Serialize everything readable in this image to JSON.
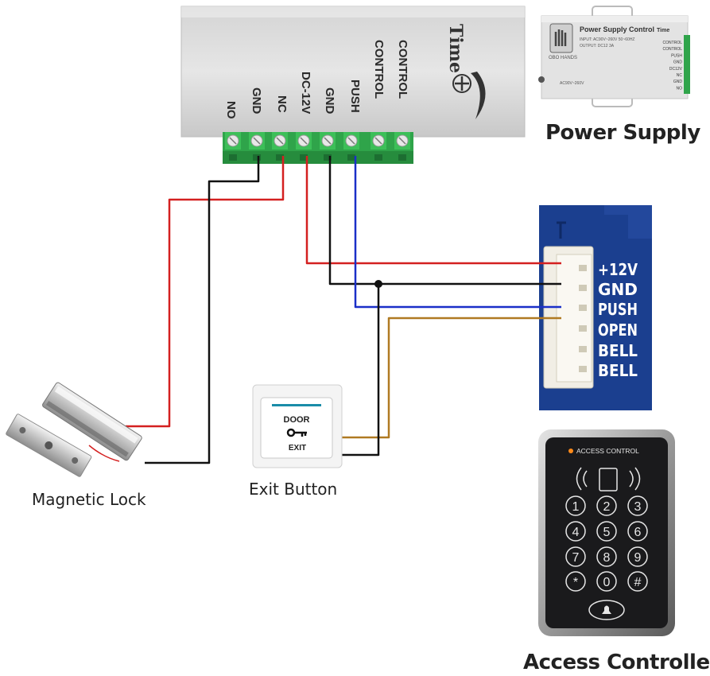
{
  "main_unit": {
    "brand": "Time",
    "terminals": [
      "NO",
      "GND",
      "NC",
      "DC-12V",
      "GND",
      "PUSH",
      "CONTROL",
      "CONTROL"
    ]
  },
  "power_supply": {
    "caption": "Power Supply",
    "label_title": "Power Supply Control",
    "maker": "OBO HANDS",
    "brand": "Time",
    "input_line": "INPUT: AC90V~260V 50~60HZ",
    "output_line": "OUTPUT: DC12 3A",
    "ac_line": "AC90V~260V",
    "terminals": [
      "CONTROL",
      "CONTROL",
      "PUSH",
      "GND",
      "DC12V",
      "NC",
      "GND",
      "NO"
    ]
  },
  "connector": {
    "labels": [
      "+12V",
      "GND",
      "PUSH",
      "OPEN",
      "BELL",
      "BELL"
    ]
  },
  "exit_button": {
    "caption": "Exit Button",
    "top_text": "DOOR",
    "bottom_text": "EXIT"
  },
  "magnetic_lock": {
    "caption": "Magnetic Lock"
  },
  "access_controller": {
    "caption": "Access Controller",
    "header": "ACCESS CONTROL",
    "keys": [
      "1",
      "2",
      "3",
      "4",
      "5",
      "6",
      "7",
      "8",
      "9",
      "*",
      "0",
      "#"
    ]
  },
  "colors": {
    "red_wire": "#d42020",
    "black_wire": "#111111",
    "blue_wire": "#1a2fc8",
    "orange_wire": "#b07a22",
    "board": "#1b3f8f",
    "terminal_block": "#2fa44a"
  }
}
